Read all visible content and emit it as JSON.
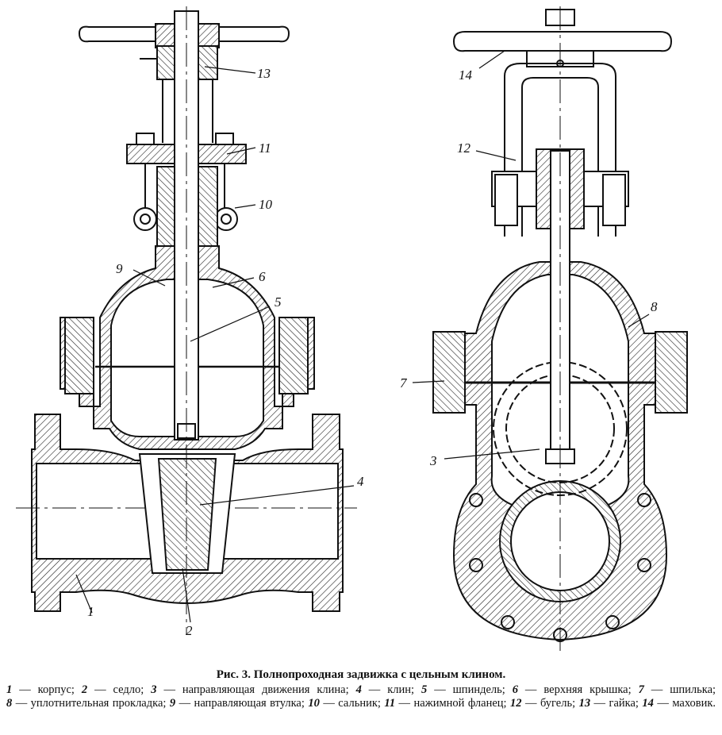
{
  "figure": {
    "callouts": {
      "left": [
        "13",
        "11",
        "10",
        "9",
        "6",
        "5",
        "4",
        "2",
        "1"
      ],
      "right": [
        "14",
        "12",
        "8",
        "7",
        "3"
      ]
    }
  },
  "caption": {
    "title": "Рис. 3. Полнопроходная задвижка с цельным клином.",
    "legend": [
      {
        "num": "1",
        "text": "— корпус;"
      },
      {
        "num": "2",
        "text": "— седло;"
      },
      {
        "num": "3",
        "text": "— направляющая движения клина;"
      },
      {
        "num": "4",
        "text": "— клин;"
      },
      {
        "num": "5",
        "text": "— шпиндель;"
      },
      {
        "num": "6",
        "text": "— верхняя крышка;"
      },
      {
        "num": "7",
        "text": "— шпилька;"
      },
      {
        "num": "8",
        "text": "— уплотнительная прокладка;"
      },
      {
        "num": "9",
        "text": "— направляющая втулка;"
      },
      {
        "num": "10",
        "text": "— сальник;"
      },
      {
        "num": "11",
        "text": "— нажимной фланец;"
      },
      {
        "num": "12",
        "text": "— бугель;"
      },
      {
        "num": "13",
        "text": "— гайка;"
      },
      {
        "num": "14",
        "text": "— маховик."
      }
    ]
  }
}
